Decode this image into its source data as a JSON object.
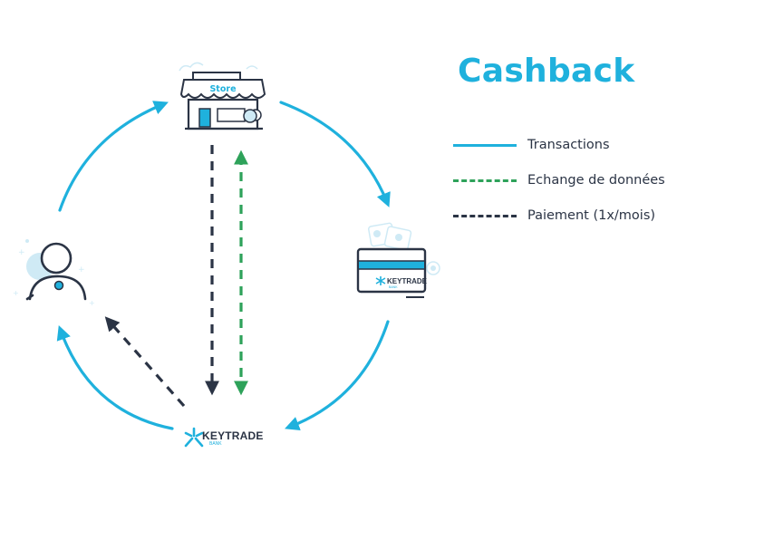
{
  "title": "Cashback",
  "legend": [
    {
      "label": "Transactions",
      "color": "#1fb1dd",
      "style": "solid"
    },
    {
      "label": "Echange de données",
      "color": "#2ea25a",
      "style": "dashed"
    },
    {
      "label": "Paiement (1x/mois)",
      "color": "#2b3445",
      "style": "dashed"
    }
  ],
  "store": {
    "sign": "Store"
  },
  "card": {
    "brand": "KEYTRADE",
    "sub": "BANK"
  },
  "bank": {
    "brand": "KEYTRADE",
    "sub": "BANK"
  },
  "colors": {
    "accent": "#1fb1dd",
    "green": "#2ea25a",
    "dark": "#2b3445",
    "light": "#cfeaf5"
  },
  "icons": [
    "store-icon",
    "person-icon",
    "credit-card-icon",
    "keytrade-bank-logo"
  ]
}
